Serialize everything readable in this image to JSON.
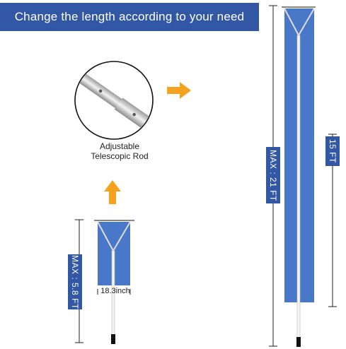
{
  "banner": {
    "text": "Change the length according to your need"
  },
  "caption": {
    "line1": "Adjustable",
    "line2": "Telescopic Rod"
  },
  "labels": {
    "max_small": "MAX : 5.8 FT",
    "width": "18.3inch",
    "max_large": "MAX : 21 FT",
    "slide_len": "15 FT"
  },
  "colors": {
    "banner": "#3257a4",
    "slide": "#4a78c8",
    "arrow": "#f5a31f"
  }
}
